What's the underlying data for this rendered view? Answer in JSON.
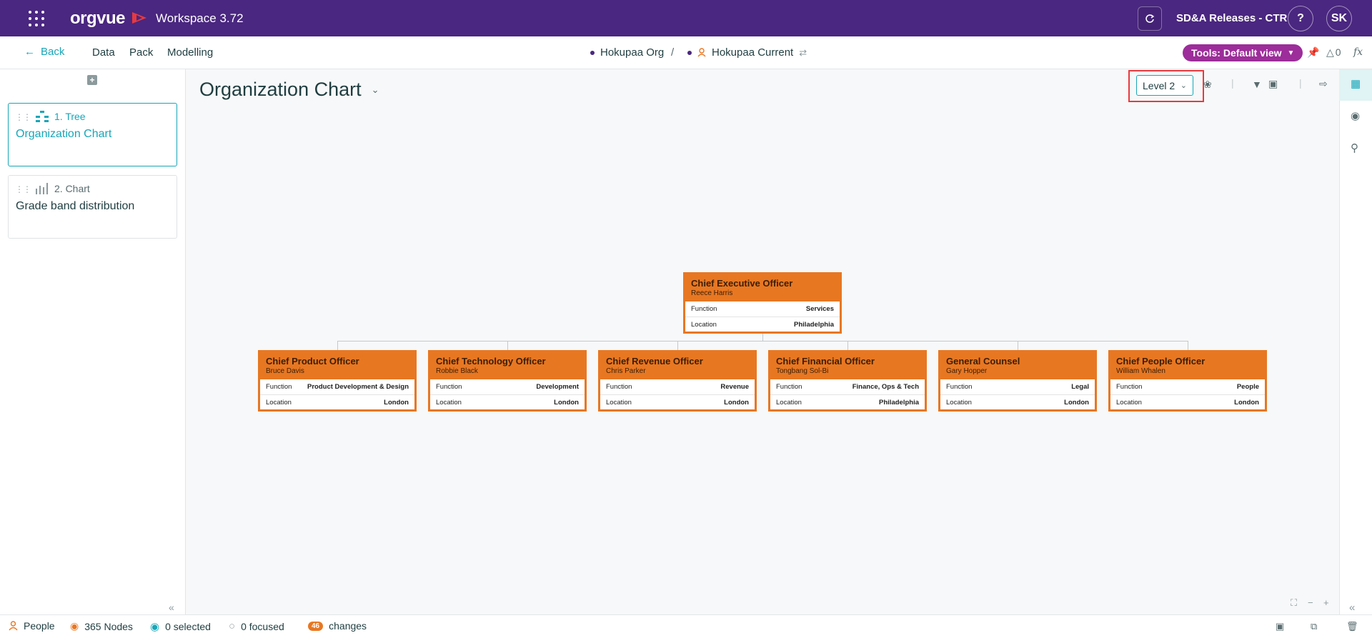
{
  "topbar": {
    "brand": "orgvue",
    "workspace": "Workspace  3.72",
    "release": "SD&A Releases - CTR",
    "help": "?",
    "user_initials": "SK"
  },
  "nav": {
    "back": "Back",
    "items": [
      "Data",
      "Pack",
      "Modelling"
    ],
    "crumb_org": "Hokupaa Org",
    "crumb_sep": "/",
    "crumb_current": "Hokupaa Current",
    "tools": "Tools: Default view",
    "counter": "0",
    "fx": "fx"
  },
  "sidebar": {
    "cards": [
      {
        "kind": "1. Tree",
        "name": "Organization Chart"
      },
      {
        "kind": "2. Chart",
        "name": "Grade band distribution"
      }
    ]
  },
  "main": {
    "title": "Organization Chart",
    "level": "Level 2"
  },
  "chart_labels": {
    "function": "Function",
    "location": "Location"
  },
  "org": {
    "root": {
      "title": "Chief Executive Officer",
      "person": "Reece Harris",
      "function": "Services",
      "location": "Philadelphia"
    },
    "children": [
      {
        "title": "Chief Product Officer",
        "person": "Bruce Davis",
        "function": "Product Development & Design",
        "location": "London"
      },
      {
        "title": "Chief Technology Officer",
        "person": "Robbie Black",
        "function": "Development",
        "location": "London"
      },
      {
        "title": "Chief Revenue Officer",
        "person": "Chris Parker",
        "function": "Revenue",
        "location": "London"
      },
      {
        "title": "Chief Financial Officer",
        "person": "Tongbang Sol-Bi",
        "function": "Finance, Ops & Tech",
        "location": "Philadelphia"
      },
      {
        "title": "General Counsel",
        "person": "Gary Hopper",
        "function": "Legal",
        "location": "London"
      },
      {
        "title": "Chief People Officer",
        "person": "William Whalen",
        "function": "People",
        "location": "London"
      }
    ]
  },
  "status": {
    "people": "People",
    "nodes": "365 Nodes",
    "selected": "0 selected",
    "focused": "0 focused",
    "changes_count": "46",
    "changes": "changes"
  },
  "colors": {
    "brand_purple": "#4a2780",
    "accent_teal": "#17a6b8",
    "node_orange": "#e87722",
    "tools_magenta": "#9c2d9a"
  }
}
